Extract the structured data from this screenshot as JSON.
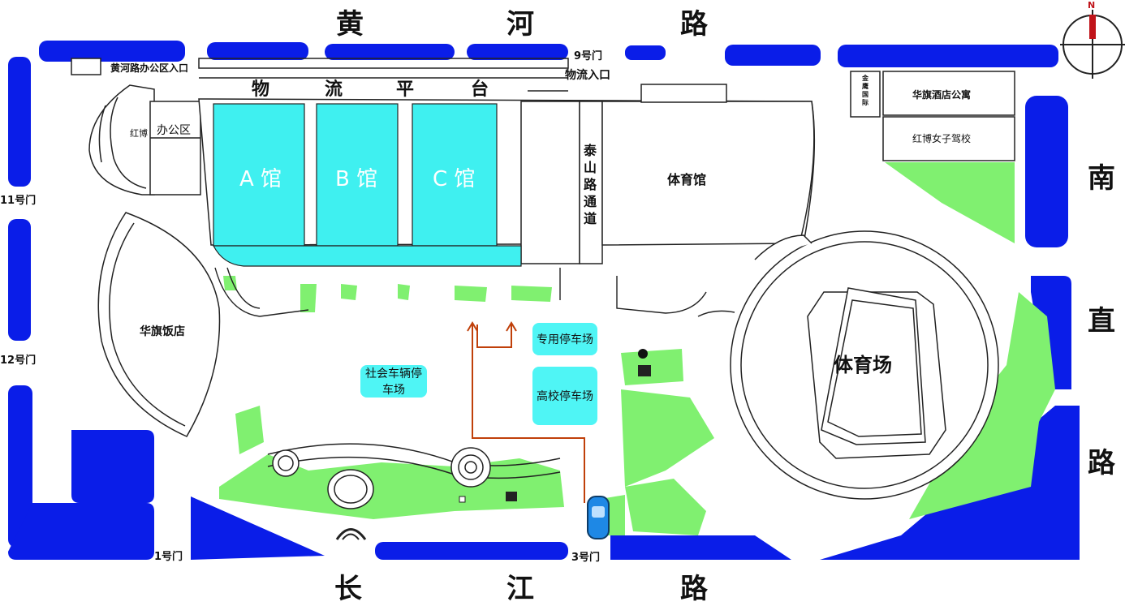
{
  "roads": {
    "north": [
      "黄",
      "河",
      "路"
    ],
    "south": [
      "长",
      "江",
      "路"
    ],
    "east": [
      "南",
      "直",
      "路"
    ]
  },
  "gates": {
    "gate9": "9号门",
    "gate11": "11号门",
    "gate12": "12号门",
    "gate1": "1号门",
    "gate3": "3号门"
  },
  "entrances": {
    "office_entrance": "黄河路办公区入口",
    "logistics_entrance": "物流入口"
  },
  "logistics_platform": [
    "物",
    "流",
    "平",
    "台"
  ],
  "halls": {
    "a": "A 馆",
    "b": "B 馆",
    "c": "C 馆"
  },
  "buildings": {
    "hongbo": "红博",
    "office": "办公区",
    "taishan_passage": "泰山路通道",
    "gymnasium": "体育馆",
    "stadium": "体育场",
    "huaqi_hotel": "华旗饭店",
    "huaqi_apartment": "华旗酒店公寓",
    "driving_school": "红博女子驾校",
    "small_building": "金鹰国际"
  },
  "parking": {
    "public": "社会车辆停车场",
    "special": "专用停车场",
    "college": "高校停车场"
  },
  "compass": {
    "north": "N"
  },
  "colors": {
    "road_blue": "#0a1de8",
    "hall_cyan": "#3ff0f0",
    "green": "#80f070",
    "route": "#c0400a"
  }
}
